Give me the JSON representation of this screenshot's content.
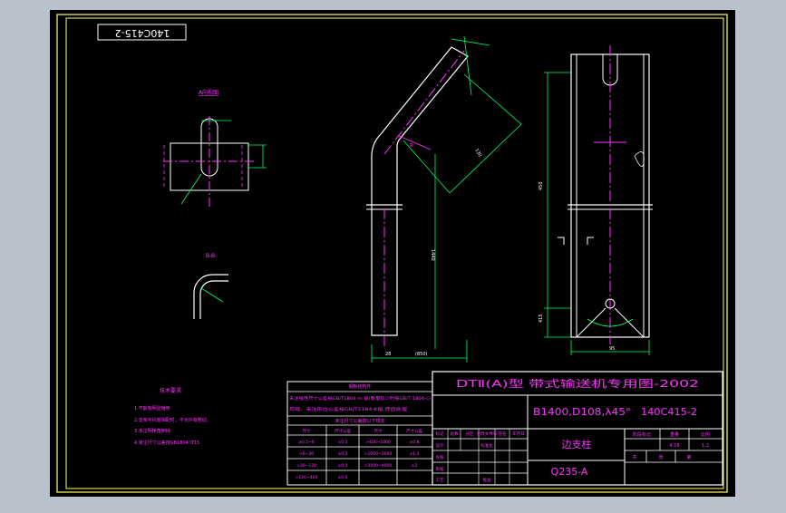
{
  "colors": {
    "frame": "#ffff66",
    "geometry": "#ffffff",
    "dimension": "#00ff66",
    "center": "#ff33ff",
    "text": "#ff33ff",
    "title": "#ffff66"
  },
  "drawing_no_top": "140C415-2",
  "views": {
    "a_view": "A向视图",
    "section_bb": "B-B",
    "main_dims": {
      "r": "R",
      "h": "1440",
      "w": "(850)",
      "t": "28",
      "d2": "130"
    },
    "side_dims": {
      "h": "450",
      "w": "95",
      "h2": "415"
    }
  },
  "notes": {
    "title": "技术要求",
    "lines": [
      "1.不能有明显锤疤",
      "2.支架与托辊相配时，不允许有翘动。",
      "3.未注明棱角倒钝",
      "4.未注尺寸公差按GB1804 IT15"
    ]
  },
  "tolerance_table": {
    "header": "钢板结构件",
    "lines": [
      "未注线性尺寸公差按GB/T1804-m 级(数量较少时按GB/T 1804-c)",
      "焊缝、未注形位公差按GB/T1184-K级,焊后处理"
    ],
    "subheader": "未注尺寸公差按以下规定",
    "cols": [
      "尺寸",
      "尺寸公差",
      "尺寸",
      "尺寸公差"
    ],
    "rows": [
      [
        "≥0.5~6",
        "±0.1",
        ">400~1000",
        "±0.8"
      ],
      [
        ">6~30",
        "±0.2",
        ">1000~2000",
        "±1.2"
      ],
      [
        ">30~120",
        "±0.3",
        ">2000~4000",
        "±2"
      ],
      [
        ">120~400",
        "±0.5",
        "",
        ""
      ]
    ]
  },
  "approval": {
    "cols": [
      "标记",
      "处数",
      "分区",
      "更改文件号",
      "签名",
      "年月日"
    ],
    "rows": [
      "设计",
      "校核",
      "审核",
      "工艺"
    ],
    "extra": [
      "标准化",
      "批准"
    ]
  },
  "title_block": {
    "project": "DTⅡ(A)型  带式输送机专用图-2002",
    "spec": "B1400,D108,λ45°",
    "drawing_no": "140C415-2",
    "part_name": "边支柱",
    "material": "Q235-A",
    "stage_label": "阶段标记",
    "weight_label": "重量",
    "scale_label": "比例",
    "weight": "4.18",
    "scale": "1:2",
    "sheet_total": "共",
    "sheet_label": "张",
    "sheet_no": "第"
  }
}
